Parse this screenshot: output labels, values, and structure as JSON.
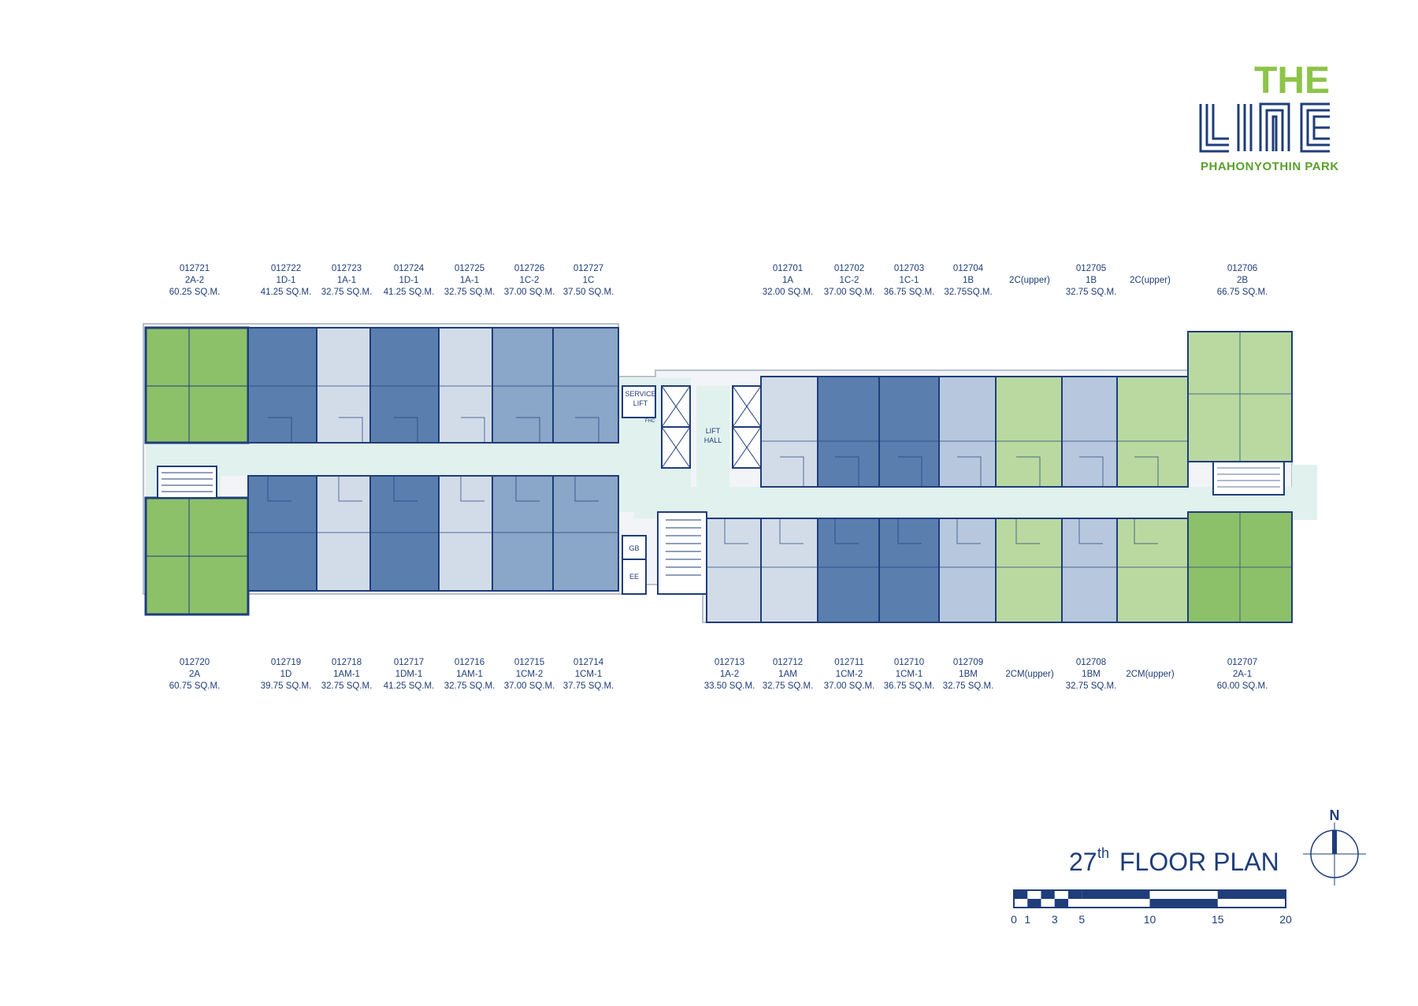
{
  "logo": {
    "the": "THE",
    "line": "LINE",
    "subtitle": "PHAHONYOTHIN PARK"
  },
  "title": {
    "floor_number": "27",
    "floor_suffix": "th",
    "text": "FLOOR PLAN"
  },
  "compass": {
    "north": "N"
  },
  "scale": {
    "ticks": [
      "0",
      "1",
      "3",
      "5",
      "10",
      "15",
      "20"
    ]
  },
  "core_labels": {
    "service_lift_1": "SERVICE",
    "service_lift_2": "LIFT",
    "lift_hall_1": "LIFT",
    "lift_hall_2": "HALL",
    "gb": "GB",
    "ee": "EE",
    "fhc": "FHC"
  },
  "colors": {
    "green_dark": "#8cc16a",
    "green_light": "#b9d9a0",
    "blue_dark": "#5a7fae",
    "blue_mid": "#8aa6c8",
    "blue_light": "#b7c8de",
    "blue_pale": "#d2dce9",
    "corridor": "#e1f1ee",
    "wall": "#1f3d7a"
  },
  "units_top": [
    {
      "code": "012721",
      "type": "2A-2",
      "area": "60.25 SQ.M."
    },
    {
      "code": "012722",
      "type": "1D-1",
      "area": "41.25 SQ.M."
    },
    {
      "code": "012723",
      "type": "1A-1",
      "area": "32.75 SQ.M."
    },
    {
      "code": "012724",
      "type": "1D-1",
      "area": "41.25 SQ.M."
    },
    {
      "code": "012725",
      "type": "1A-1",
      "area": "32.75 SQ.M."
    },
    {
      "code": "012726",
      "type": "1C-2",
      "area": "37.00 SQ.M."
    },
    {
      "code": "012727",
      "type": "1C",
      "area": "37.50 SQ.M."
    },
    {
      "code": "012701",
      "type": "1A",
      "area": "32.00 SQ.M."
    },
    {
      "code": "012702",
      "type": "1C-2",
      "area": "37.00 SQ.M."
    },
    {
      "code": "012703",
      "type": "1C-1",
      "area": "36.75 SQ.M."
    },
    {
      "code": "012704",
      "type": "1B",
      "area": "32.75SQ.M."
    },
    {
      "code": "",
      "type": "2C(upper)",
      "area": ""
    },
    {
      "code": "012705",
      "type": "1B",
      "area": "32.75 SQ.M."
    },
    {
      "code": "",
      "type": "2C(upper)",
      "area": ""
    },
    {
      "code": "012706",
      "type": "2B",
      "area": "66.75 SQ.M."
    }
  ],
  "units_bottom": [
    {
      "code": "012720",
      "type": "2A",
      "area": "60.75 SQ.M."
    },
    {
      "code": "012719",
      "type": "1D",
      "area": "39.75 SQ.M."
    },
    {
      "code": "012718",
      "type": "1AM-1",
      "area": "32.75 SQ.M."
    },
    {
      "code": "012717",
      "type": "1DM-1",
      "area": "41.25 SQ.M."
    },
    {
      "code": "012716",
      "type": "1AM-1",
      "area": "32.75 SQ.M."
    },
    {
      "code": "012715",
      "type": "1CM-2",
      "area": "37.00 SQ.M."
    },
    {
      "code": "012714",
      "type": "1CM-1",
      "area": "37.75 SQ.M."
    },
    {
      "code": "012713",
      "type": "1A-2",
      "area": "33.50 SQ.M."
    },
    {
      "code": "012712",
      "type": "1AM",
      "area": "32.75 SQ.M."
    },
    {
      "code": "012711",
      "type": "1CM-2",
      "area": "37.00 SQ.M."
    },
    {
      "code": "012710",
      "type": "1CM-1",
      "area": "36.75 SQ.M."
    },
    {
      "code": "012709",
      "type": "1BM",
      "area": "32.75 SQ.M."
    },
    {
      "code": "",
      "type": "2CM(upper)",
      "area": ""
    },
    {
      "code": "012708",
      "type": "1BM",
      "area": "32.75 SQ.M."
    },
    {
      "code": "",
      "type": "2CM(upper)",
      "area": ""
    },
    {
      "code": "012707",
      "type": "2A-1",
      "area": "60.00 SQ.M."
    }
  ]
}
